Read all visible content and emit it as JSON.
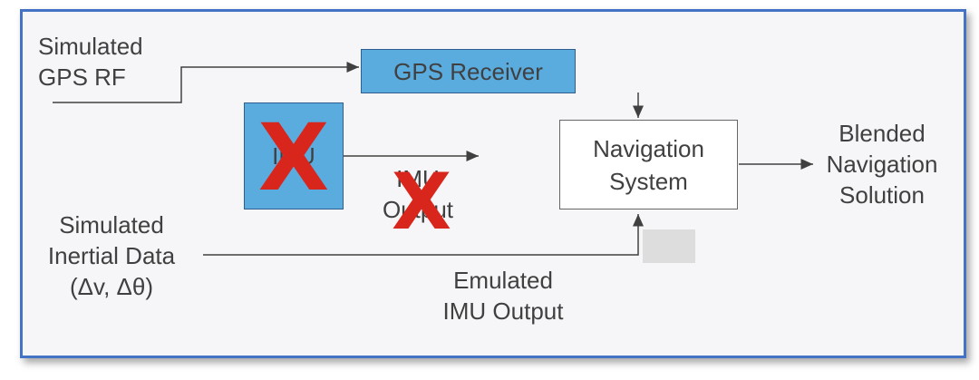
{
  "inputs": {
    "gps_rf": "Simulated\nGPS RF",
    "inertial": "Simulated\nInertial Data\n(Δv, Δθ)"
  },
  "blocks": {
    "gps_receiver": "GPS Receiver",
    "imu": "IMU",
    "navigation_system": "Navigation\nSystem"
  },
  "labels": {
    "imu_output": "IMU\nOutput",
    "emulated_imu_output": "Emulated\nIMU Output",
    "blended_solution": "Blended\nNavigation\nSolution"
  },
  "marks": {
    "cross": "X"
  },
  "colors": {
    "frame_border": "#4472c4",
    "block_fill": "#5aacdf",
    "cross": "#d9261c",
    "text": "#404040"
  }
}
